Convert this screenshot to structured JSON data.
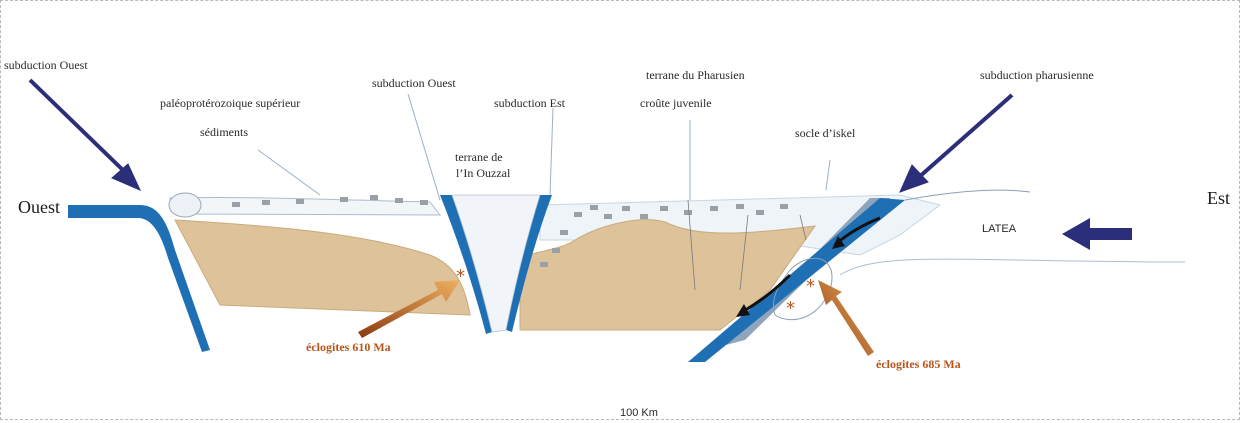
{
  "labels": {
    "subduction_ouest_left": "subduction Ouest",
    "paleoproterozoique": "paléoprotérozoique supérieur",
    "sediments": "sédiments",
    "subduction_ouest_center": "subduction Ouest",
    "terrane_in_ouzzal_1": "terrane de",
    "terrane_in_ouzzal_2": "l’In Ouzzal",
    "subduction_est": "subduction Est",
    "terrane_pharusien": "terrane du Pharusien",
    "croute_juvenile": "croûte juvenile",
    "socle_iskel": "socle d’iskel",
    "subduction_pharusienne": "subduction pharusienne",
    "ouest": "Ouest",
    "est": "Est",
    "latea": "LATEA",
    "eclogites_610": "éclogites 610 Ma",
    "eclogites_685": "éclogites 685 Ma",
    "scale": "100 Km"
  },
  "colors": {
    "plate_blue": "#1f6fb5",
    "arrow_navy": "#2b2f7a",
    "crust_sand": "#ddc29a",
    "eclogite_arrow": "#b8541c",
    "star": "#b8541c"
  }
}
